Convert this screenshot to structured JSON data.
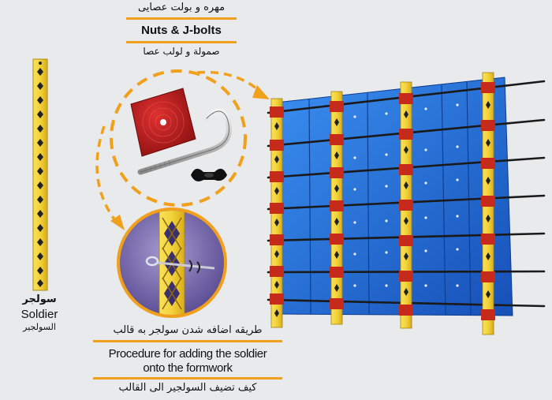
{
  "labels": {
    "nuts_fa": "مهره و بولت عصایی",
    "nuts_en": "Nuts & J-bolts",
    "nuts_ar": "صمولة و لولب عصا",
    "soldier_fa": "سولجر",
    "soldier_en": "Soldier",
    "soldier_ar": "السولجير",
    "procedure_fa": "طریقه اضافه شدن سولجر به قالب",
    "procedure_en_line1": "Procedure for adding the soldier",
    "procedure_en_line2": "onto the formwork",
    "procedure_ar": "کیف تضیف السولجیر الی القالب"
  },
  "colors": {
    "background": "#e9eaec",
    "accent_orange": "#f1a01c",
    "soldier_yellow": "#f3d23a",
    "panel_blue": "#1f6fd6",
    "lens_purple": "#7d6fb0",
    "plate_red": "#b01818"
  }
}
